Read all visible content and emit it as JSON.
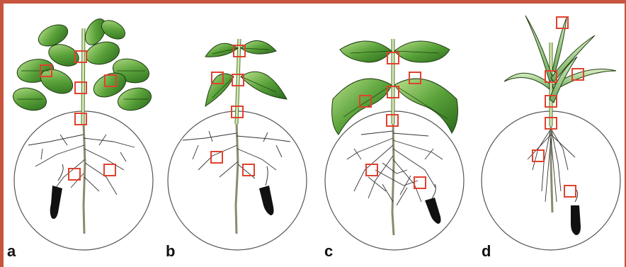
{
  "panels": [
    {
      "id": "a",
      "label": "a"
    },
    {
      "id": "b",
      "label": "b"
    },
    {
      "id": "c",
      "label": "c"
    },
    {
      "id": "d",
      "label": "d"
    }
  ],
  "colors": {
    "frame": "#c8553d",
    "marker_box": "#e0422e",
    "leaf_dark": "#2f6b1f",
    "leaf_light": "#8fc46a"
  },
  "icons": [
    "plant-illustration",
    "soil-circle",
    "sensor-probe-icon",
    "measurement-box"
  ]
}
